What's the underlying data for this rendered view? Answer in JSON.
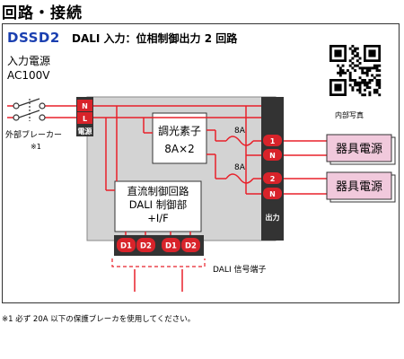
{
  "header": {
    "title": "回路・接続"
  },
  "model": "DSSD2",
  "subtitle": "DALI 入力：位相制御出力 2 回路",
  "input_power": {
    "line1": "入力電源",
    "line2": "AC100V"
  },
  "breaker_label": "外部ブレーカー",
  "breaker_note": "※1",
  "power_terminal": {
    "label": "電源",
    "n": "N",
    "l": "L"
  },
  "dimmer_element": {
    "line1": "調光素子",
    "line2": "8A×2"
  },
  "control_block": {
    "line1": "直流制御回路",
    "line2": "DALI 制御部",
    "line3": "+I/F"
  },
  "fuses": [
    "8A",
    "8A"
  ],
  "output_terminal": {
    "label": "出力",
    "terminals": [
      "1",
      "N",
      "2",
      "N"
    ]
  },
  "fixtures": [
    "器具電源",
    "器具電源"
  ],
  "dali_terminals": [
    "D1",
    "D2",
    "D1",
    "D2"
  ],
  "dali_terminal_label": "DALI 信号端子",
  "qr": {
    "label": "内部写真"
  },
  "footnote": "※1 必ず 20A 以下の保護ブレーカを使用してください。",
  "colors": {
    "wire": "#e8202a",
    "terminal": "#333333",
    "terminal_red": "#d8232a",
    "enclosure": "#d3d3d3",
    "fixture_fill": "#f1c9dc",
    "model_blue": "#1a3fb0"
  }
}
